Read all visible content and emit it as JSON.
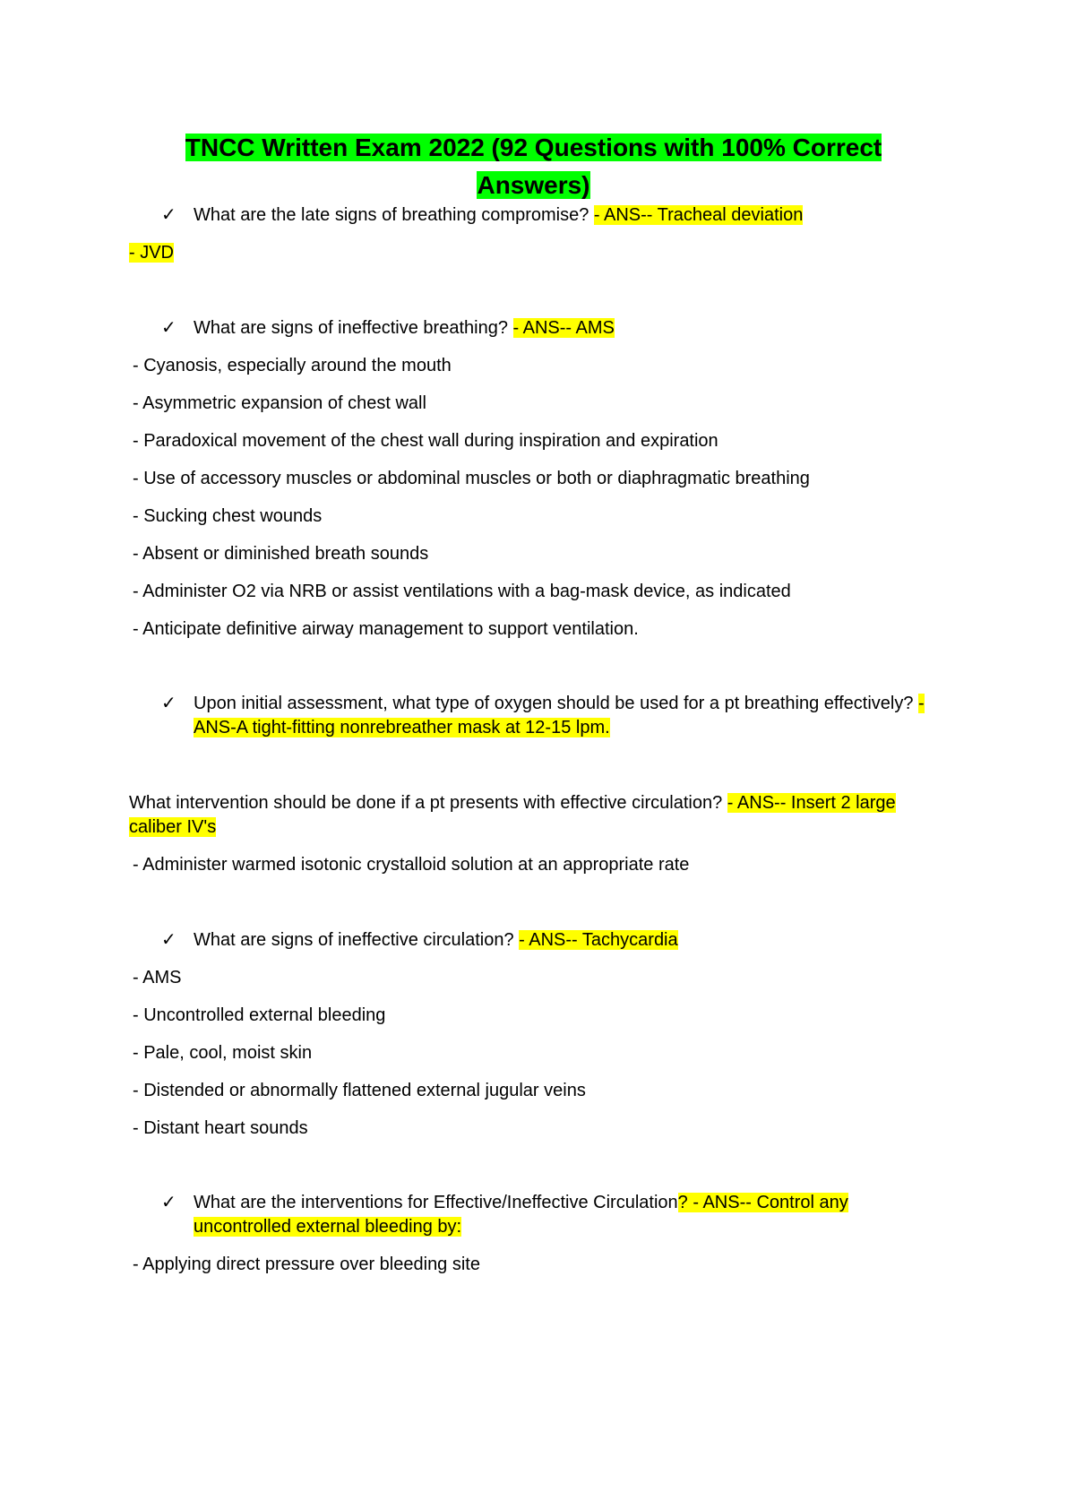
{
  "title": {
    "line1": "TNCC Written Exam 2022 (92 Questions with 100% Correct",
    "line2": "Answers)"
  },
  "check_glyph": "✓",
  "q1": {
    "question": "What are the late signs of breathing compromise? ",
    "answer": "- ANS-- Tracheal deviation",
    "cont": "- JVD"
  },
  "q2": {
    "question": "What are signs of ineffective breathing? ",
    "answer": "- ANS-- AMS",
    "items": [
      "- Cyanosis, especially around the mouth",
      "- Asymmetric expansion of chest wall",
      "- Paradoxical movement of the chest wall during inspiration and expiration",
      "- Use of accessory muscles or abdominal muscles or both or diaphragmatic breathing",
      "- Sucking chest wounds",
      "- Absent or diminished breath sounds",
      "- Administer O2 via NRB or assist ventilations with a bag-mask device, as indicated",
      "- Anticipate definitive airway management to support ventilation."
    ]
  },
  "q3": {
    "question": "Upon initial assessment, what type of oxygen should be used for a pt breathing effectively? ",
    "answer_a": "-",
    "answer_b": "ANS-A tight-fitting nonrebreather mask at 12-15 lpm."
  },
  "q4": {
    "question": "What intervention should be done if a pt presents with effective circulation? ",
    "answer_a": "- ANS-- Insert 2 large",
    "answer_b": "caliber IV's",
    "items": [
      "- Administer warmed isotonic crystalloid solution at an appropriate rate"
    ]
  },
  "q5": {
    "question": "What are signs of ineffective circulation? ",
    "answer": "- ANS-- Tachycardia",
    "items": [
      "- AMS",
      "- Uncontrolled external bleeding",
      "- Pale, cool, moist skin",
      "- Distended or abnormally flattened external jugular veins",
      "- Distant heart sounds"
    ]
  },
  "q6": {
    "question": "What are the interventions for Effective/Ineffective Circulation",
    "answer_a": "? - ANS-- Control any",
    "answer_b": "uncontrolled external bleeding by:",
    "items": [
      "- Applying direct pressure over bleeding site"
    ]
  }
}
